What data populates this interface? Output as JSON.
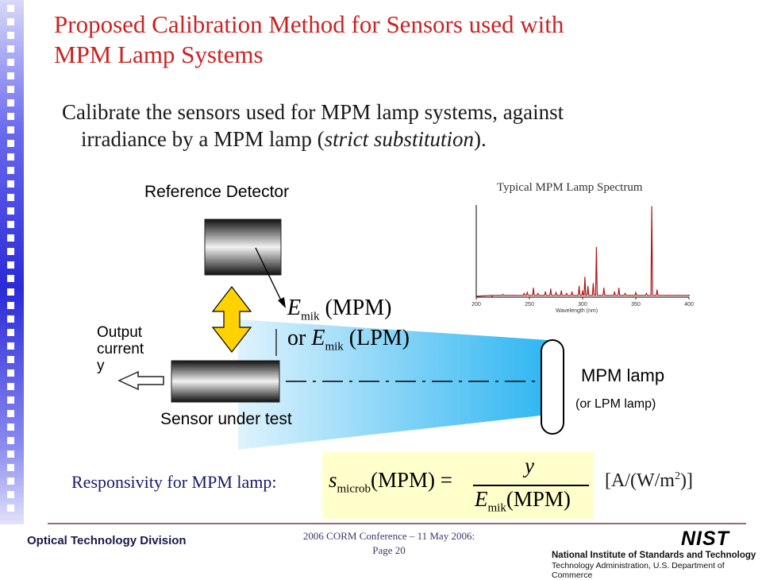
{
  "slide": {
    "title_line1": "Proposed Calibration Method for Sensors used with",
    "title_line2": "MPM Lamp Systems",
    "bullet_line1": "Calibrate the sensors used for MPM lamp systems, against",
    "bullet_line2_prefix": "irradiance by a MPM lamp (",
    "bullet_line2_italic": "strict substitution",
    "bullet_line2_suffix": ")."
  },
  "diagram": {
    "reference_detector": "Reference Detector",
    "output_line1": "Output",
    "output_line2": "current",
    "output_line3": "y",
    "sensor_under_test": "Sensor under test",
    "mpm_lamp": "MPM lamp",
    "or_lpm_lamp": "(or LPM lamp)",
    "eq1_E": "E",
    "eq1_sub": "mik",
    "eq1_arg": "(MPM)",
    "eq2_or": "or ",
    "eq2_E": "E",
    "eq2_sub": "mik",
    "eq2_arg": "(LPM)"
  },
  "spectrum": {
    "title": "Typical MPM Lamp Spectrum",
    "xlabel": "Wavelength (nm)",
    "xticks": [
      "200",
      "250",
      "300",
      "350",
      "400"
    ]
  },
  "chart_data": {
    "type": "line",
    "title": "Typical MPM Lamp Spectrum",
    "xlabel": "Wavelength (nm)",
    "ylabel": "",
    "xlim": [
      200,
      400
    ],
    "grid": false,
    "series": [
      {
        "x": [
          200,
          215,
          225,
          235,
          245,
          248,
          253.7,
          258,
          265,
          270,
          275,
          280,
          285,
          290,
          296.7,
          300,
          302.2,
          305,
          310,
          313,
          320,
          330,
          334.1,
          340,
          350,
          360,
          365,
          370,
          380,
          390,
          400
        ],
        "values": [
          0.01,
          0.01,
          0.03,
          0.02,
          0.04,
          0.05,
          0.1,
          0.04,
          0.06,
          0.09,
          0.05,
          0.07,
          0.04,
          0.06,
          0.12,
          0.07,
          0.22,
          0.12,
          0.15,
          0.55,
          0.1,
          0.06,
          0.1,
          0.04,
          0.05,
          0.04,
          1.0,
          0.08,
          0.02,
          0.02,
          0.02
        ]
      }
    ]
  },
  "formula": {
    "label": "Responsivity for MPM lamp:",
    "s": "s",
    "s_sub": "microb",
    "lhs_arg": "(MPM) =",
    "numerator": "y",
    "den_E": "E",
    "den_sub": "mik",
    "den_arg": "(MPM)",
    "units_prefix": "[A/(W/m",
    "units_sup": "2",
    "units_suffix": ")]"
  },
  "footer": {
    "division": "Optical Technology Division",
    "conference": "2006 CORM Conference – 11 May 2006:",
    "page": "Page 20",
    "nist_logo": "NIST",
    "nist_name": "National Institute of Standards and Technology",
    "nist_sub": "Technology Administration, U.S. Department of Commerce"
  },
  "colors": {
    "title": "#cc2222",
    "strip_top": "#5a5ae6",
    "strip_bottom": "#d6d6f6",
    "beam": "#4fc4f4",
    "arrow": "#ffd200",
    "formula_bg": "#ffffcc",
    "spectrum_line": "#b01515"
  }
}
